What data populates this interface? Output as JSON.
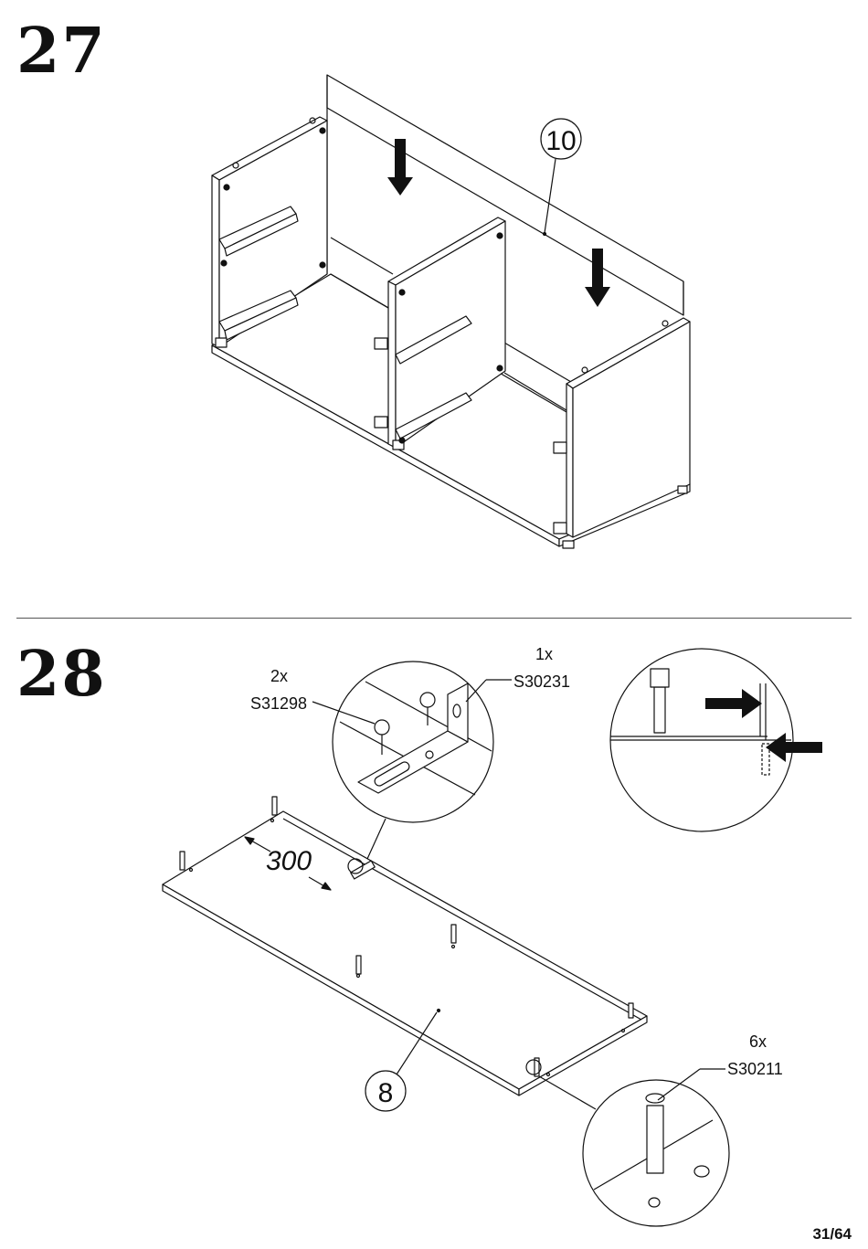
{
  "steps": [
    {
      "number": "27",
      "part_callout": "10"
    },
    {
      "number": "28",
      "part_callout": "8",
      "dimension": "300"
    }
  ],
  "hardware": [
    {
      "qty": "2x",
      "code": "S31298",
      "icon": "screw-icon"
    },
    {
      "qty": "1x",
      "code": "S30231",
      "icon": "angle-bracket-icon"
    },
    {
      "qty": "6x",
      "code": "S30211",
      "icon": "dowel-pin-icon"
    }
  ],
  "page": {
    "number": "31/64"
  }
}
